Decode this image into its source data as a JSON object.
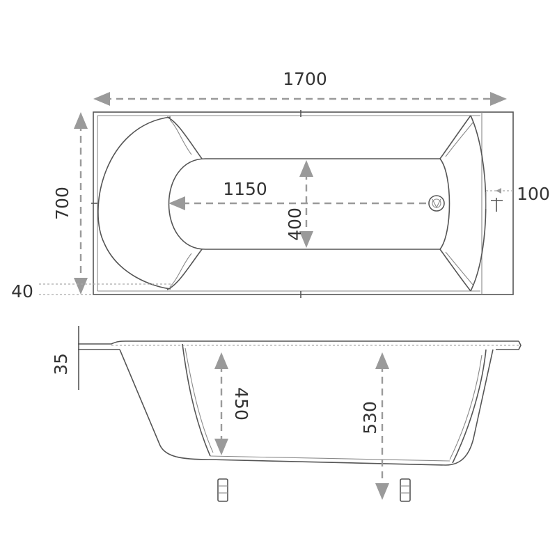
{
  "dimensions": {
    "length": "1700",
    "width": "700",
    "inner_length": "1150",
    "inner_width": "400",
    "overflow_offset": "100",
    "rim_height": "35",
    "depth_outer": "450",
    "depth_inner": "530",
    "edge_offset": "40"
  },
  "colors": {
    "outline": "#555555",
    "dimension_line": "#9a9a9a",
    "text": "#333333"
  }
}
